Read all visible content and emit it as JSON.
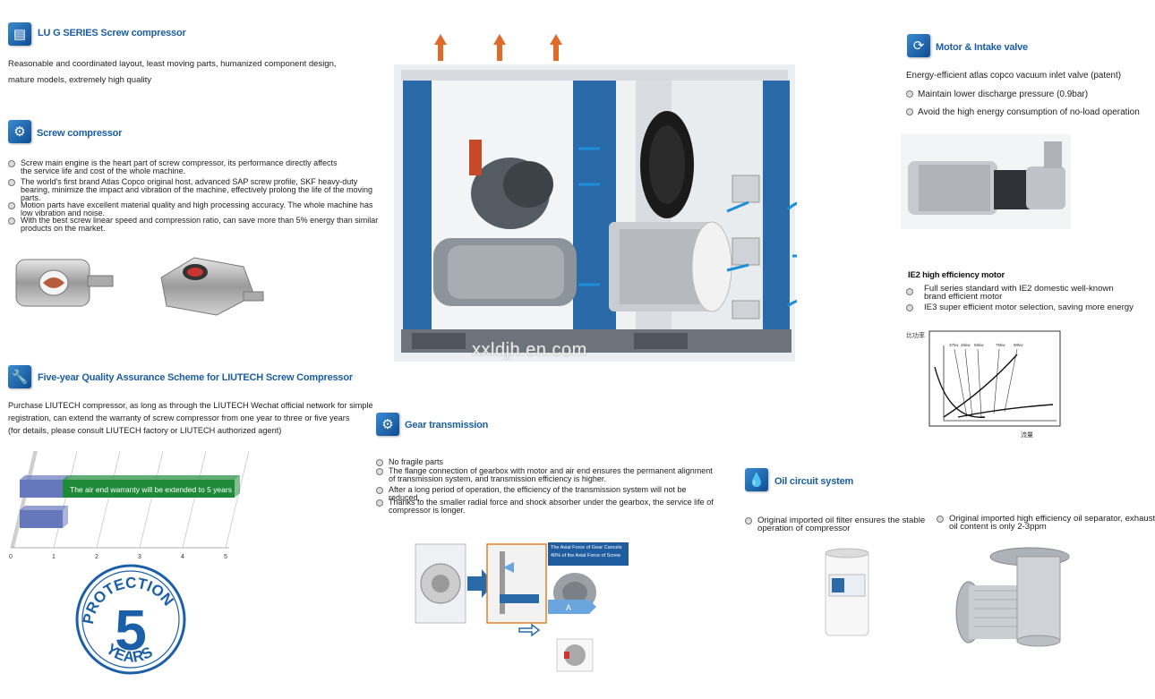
{
  "lug": {
    "title": "LU G SERIES Screw compressor",
    "desc_line1": "Reasonable and coordinated layout, least moving parts, humanized component design,",
    "desc_line2": "mature models, extremely high quality"
  },
  "screw": {
    "title": "Screw compressor",
    "bullets": [
      "Screw main engine is the heart part of screw compressor, its performance directly affects the service life and cost of the whole machine.",
      "The world's first brand Atlas Copco original host, advanced SAP screw profile, SKF heavy-duty bearing, minimize the impact and vibration of the machine, effectively prolong the life of the moving parts.",
      "Motion parts have excellent material quality and high processing accuracy. The whole machine has low vibration and noise.",
      "With the best screw linear speed and compression ratio, can save more than 5% energy than similar products on the market."
    ]
  },
  "warranty": {
    "title": "Five-year Quality Assurance Scheme for LIUTECH Screw Compressor",
    "desc_line1": "Purchase LIUTECH compressor, as long as through the LIUTECH Wechat official network for simple",
    "desc_line2": "registration, can extend the warranty of screw compressor from one year to three or five years",
    "desc_line3": "(for details, please consult LIUTECH factory or LIUTECH authorized agent)",
    "badge_top": "PROTECTION",
    "badge_num": "5",
    "badge_bottom": "YEARS"
  },
  "chart_data": {
    "type": "bar",
    "orientation": "horizontal",
    "categories": [
      "",
      ""
    ],
    "series": [
      {
        "name": "",
        "values": [
          1,
          1
        ]
      },
      {
        "name": "",
        "values": [
          4,
          0
        ]
      }
    ],
    "bar_label": "The air end warranty will be extended to 5 years",
    "x_ticks": [
      "0",
      "1",
      "2",
      "3",
      "4",
      "5"
    ],
    "xlim": [
      0,
      5
    ],
    "colors": [
      "#6677bb",
      "#1f8a3a"
    ],
    "grid": true
  },
  "watermark": "xxldjh.en.com",
  "gear": {
    "title": "Gear transmission",
    "bullets": [
      "No fragile parts",
      "The flange connection of gearbox with motor and air end ensures the permanent alignment of transmission system, and transmission efficiency is higher.",
      "After a long period of operation, the efficiency of the transmission system will not be reduced.",
      "Thanks to the smaller radial force and shock absorber under the gearbox, the service life of compressor is longer."
    ],
    "callout_line1": "The Axial Force of Gear Cancels",
    "callout_line2": "40% of the Axial Force of Screw",
    "marker_a": "A"
  },
  "motor_valve": {
    "title": "Motor & Intake valve",
    "desc": "Energy-efficient atlas copco vacuum inlet valve (patent)",
    "bullets": [
      "Maintain lower discharge pressure (0.9bar)",
      "Avoid the high energy consumption of no-load operation"
    ]
  },
  "ie2": {
    "title": "IE2 high efficiency motor",
    "bullets": [
      "Full series standard with IE2 domestic well-known brand efficient motor",
      "IE3 super efficient motor selection, saving more energy"
    ],
    "chart_ylabel": "比功率",
    "chart_xlabel": "流量",
    "chart_ticks": [
      "37kw",
      "45kw",
      "55kw",
      "75kw",
      "90kw"
    ]
  },
  "oil": {
    "title": "Oil circuit system",
    "bullet1": "Original imported oil filter ensures the stable operation of compressor",
    "bullet2": "Original imported high efficiency oil separator, exhaust oil content is only 2-3ppm"
  },
  "icons": [
    "book-icon",
    "gears-icon",
    "wrench-icon",
    "gear-icon",
    "refresh-icon",
    "oil-drop-icon"
  ],
  "colors": {
    "heading": "#1c5ea3",
    "icon": "#1b5fa8",
    "frame": "#2a6aa8",
    "bar_green": "#1f8a3a",
    "bar_blue": "#6677bb"
  }
}
